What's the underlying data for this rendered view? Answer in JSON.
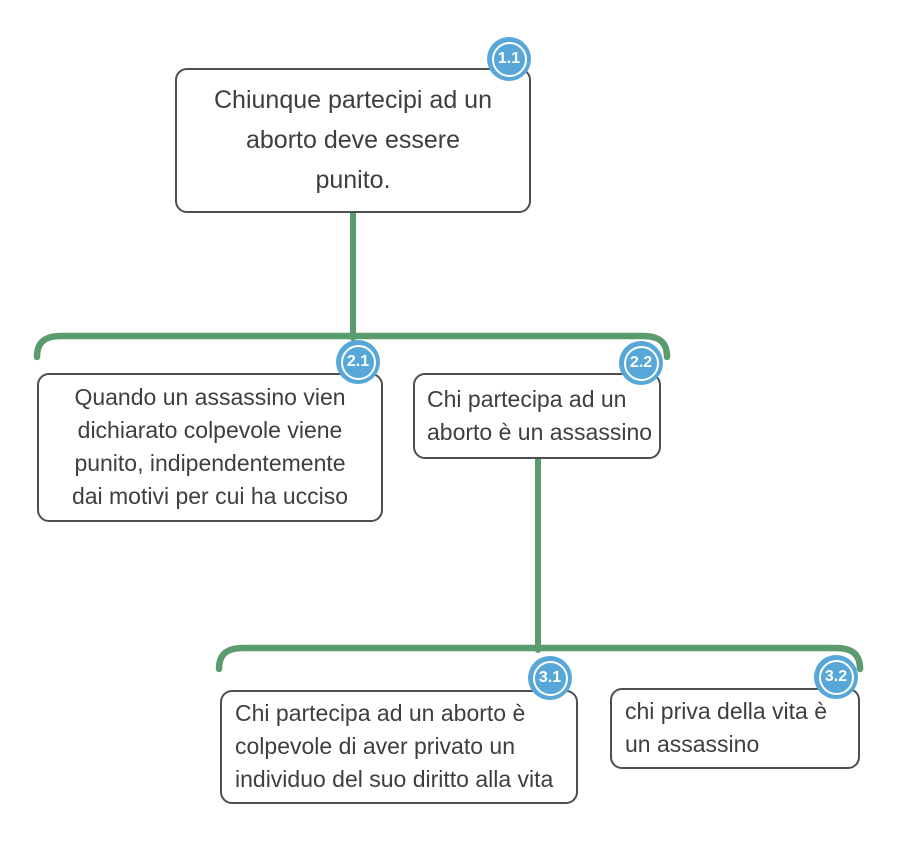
{
  "map": {
    "type": "argument-map",
    "colors": {
      "connector_green": "#5b9c6f",
      "badge_blue": "#58a7d9",
      "box_border_gray": "#4e4e4e",
      "text_gray": "#3e3e3e",
      "background": "#ffffff"
    },
    "nodes": [
      {
        "id": "1.1",
        "text": "Chiunque partecipi ad un aborto deve essere punito.",
        "lines": [
          "Chiunque partecipi ad un",
          "aborto deve essere",
          "punito."
        ]
      },
      {
        "id": "2.1",
        "text": "Quando un assassino vien dichiarato colpevole viene punito, indipendentemente dai motivi per cui ha ucciso",
        "lines": [
          "Quando un assassino vien",
          "dichiarato colpevole viene",
          "punito, indipendentemente",
          "dai motivi per cui ha ucciso"
        ]
      },
      {
        "id": "2.2",
        "text": "Chi partecipa ad un aborto è un assassino",
        "lines": [
          "Chi partecipa ad un",
          "aborto è un assassino"
        ]
      },
      {
        "id": "3.1",
        "text": "Chi partecipa ad un aborto è colpevole di aver privato un individuo del suo diritto alla vita",
        "lines": [
          "Chi partecipa ad un aborto è",
          "colpevole di aver privato un",
          "individuo del suo diritto alla vita"
        ]
      },
      {
        "id": "3.2",
        "text": "chi priva della vita è un assassino",
        "lines": [
          "chi priva della vita è",
          "un assassino"
        ]
      }
    ],
    "edges": [
      {
        "from": "1.1",
        "to": [
          "2.1",
          "2.2"
        ]
      },
      {
        "from": "2.2",
        "to": [
          "3.1",
          "3.2"
        ]
      }
    ]
  }
}
